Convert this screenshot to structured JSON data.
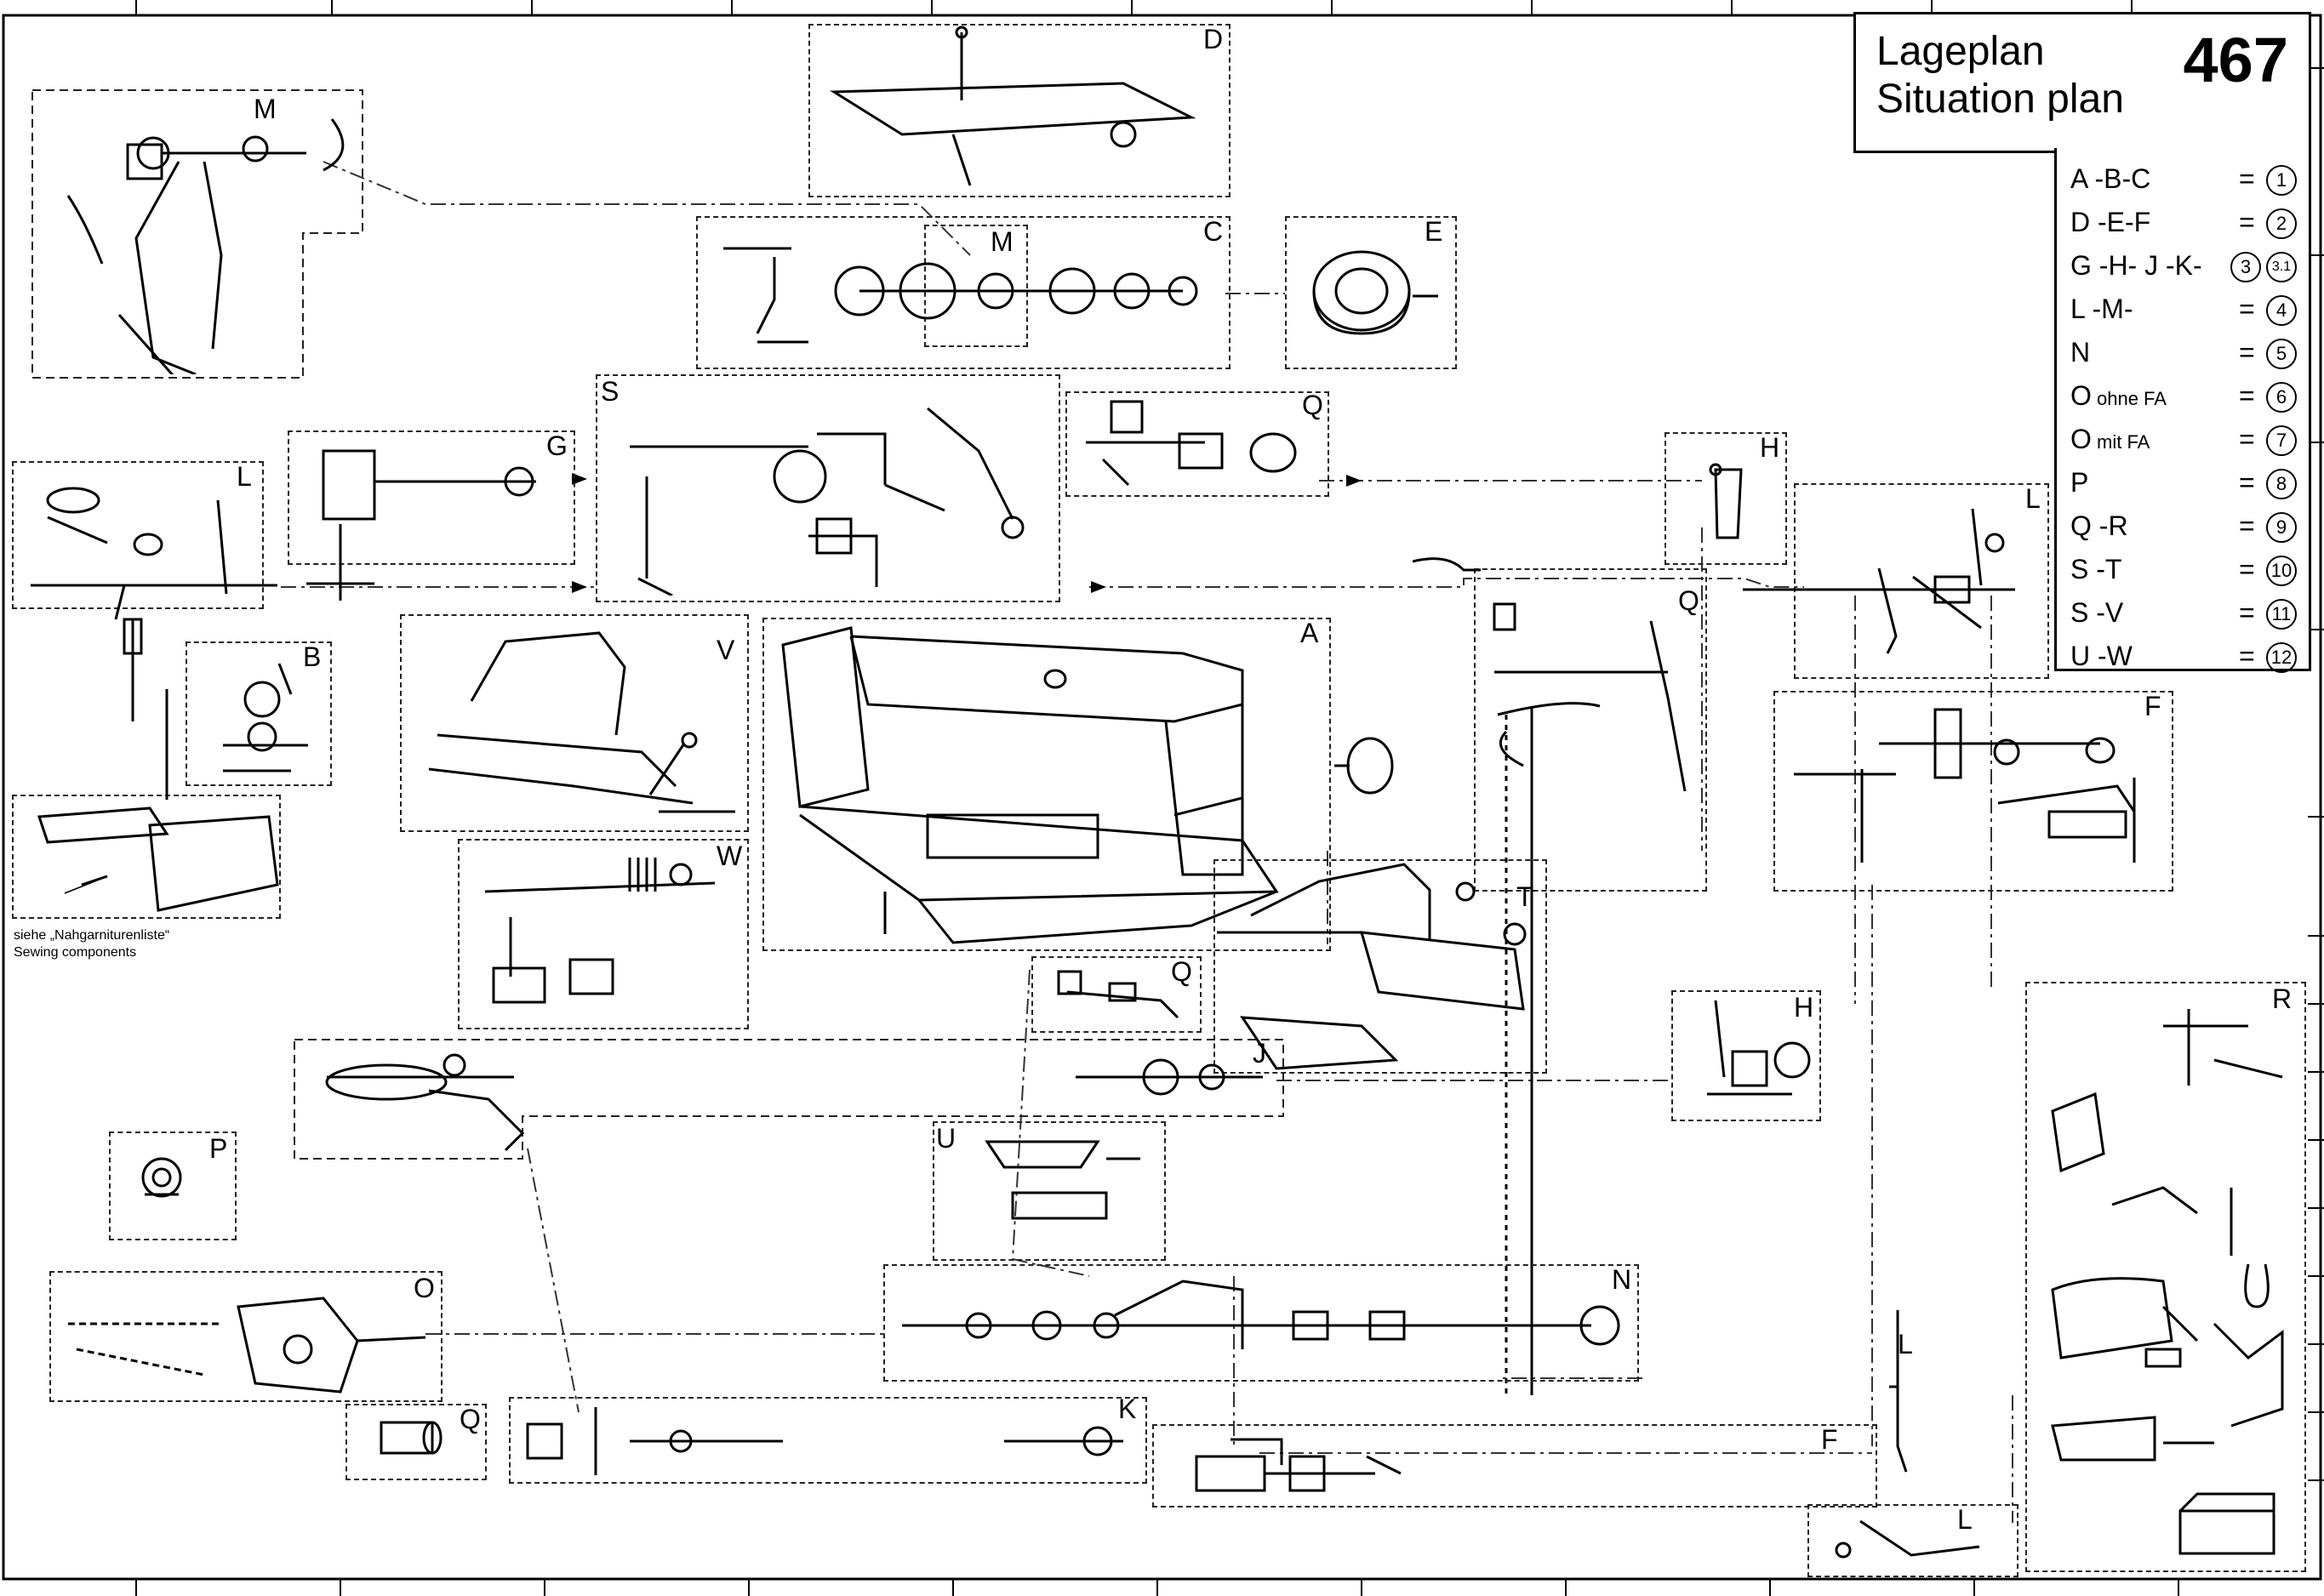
{
  "header": {
    "title_de": "Lageplan",
    "title_en": "Situation plan",
    "sheet_number": "467"
  },
  "legend": [
    {
      "key": "A -B-C",
      "value": "1"
    },
    {
      "key": "D -E-F",
      "value": "2"
    },
    {
      "key": "G -H- J -K-",
      "value": "3",
      "value2": "3.1"
    },
    {
      "key": "L -M-",
      "value": "4"
    },
    {
      "key": "N",
      "value": "5"
    },
    {
      "key": "O",
      "sub": "ohne FA",
      "value": "6"
    },
    {
      "key": "O",
      "sub": "mit FA",
      "value": "7"
    },
    {
      "key": "P",
      "value": "8"
    },
    {
      "key": "Q -R",
      "value": "9"
    },
    {
      "key": "S -T",
      "value": "10"
    },
    {
      "key": "S -V",
      "value": "11"
    },
    {
      "key": "U -W",
      "value": "12"
    }
  ],
  "equals": "=",
  "note": {
    "line1": "siehe „Nahgarniturenliste“",
    "line2": "Sewing components"
  },
  "groups": [
    {
      "id": "M-top-left",
      "letter": "M"
    },
    {
      "id": "D",
      "letter": "D"
    },
    {
      "id": "C",
      "letter": "C"
    },
    {
      "id": "M-inner",
      "letter": "M"
    },
    {
      "id": "E",
      "letter": "E"
    },
    {
      "id": "S",
      "letter": "S"
    },
    {
      "id": "Q-top",
      "letter": "Q"
    },
    {
      "id": "G",
      "letter": "G"
    },
    {
      "id": "L-left",
      "letter": "L"
    },
    {
      "id": "H-top",
      "letter": "H"
    },
    {
      "id": "L-right",
      "letter": "L"
    },
    {
      "id": "Q-mid",
      "letter": "Q"
    },
    {
      "id": "A",
      "letter": "A"
    },
    {
      "id": "V",
      "letter": "V"
    },
    {
      "id": "B",
      "letter": "B"
    },
    {
      "id": "W",
      "letter": "W"
    },
    {
      "id": "F-right",
      "letter": "F"
    },
    {
      "id": "T",
      "letter": "T"
    },
    {
      "id": "Q-small",
      "letter": "Q"
    },
    {
      "id": "H-mid",
      "letter": "H"
    },
    {
      "id": "J",
      "letter": "J"
    },
    {
      "id": "R",
      "letter": "R"
    },
    {
      "id": "P",
      "letter": "P"
    },
    {
      "id": "U",
      "letter": "U"
    },
    {
      "id": "O",
      "letter": "O"
    },
    {
      "id": "N",
      "letter": "N"
    },
    {
      "id": "Q-bottom",
      "letter": "Q"
    },
    {
      "id": "K",
      "letter": "K"
    },
    {
      "id": "L-bottom",
      "letter": "L"
    },
    {
      "id": "F-bottom",
      "letter": "F"
    },
    {
      "id": "L-lower",
      "letter": "L"
    }
  ]
}
